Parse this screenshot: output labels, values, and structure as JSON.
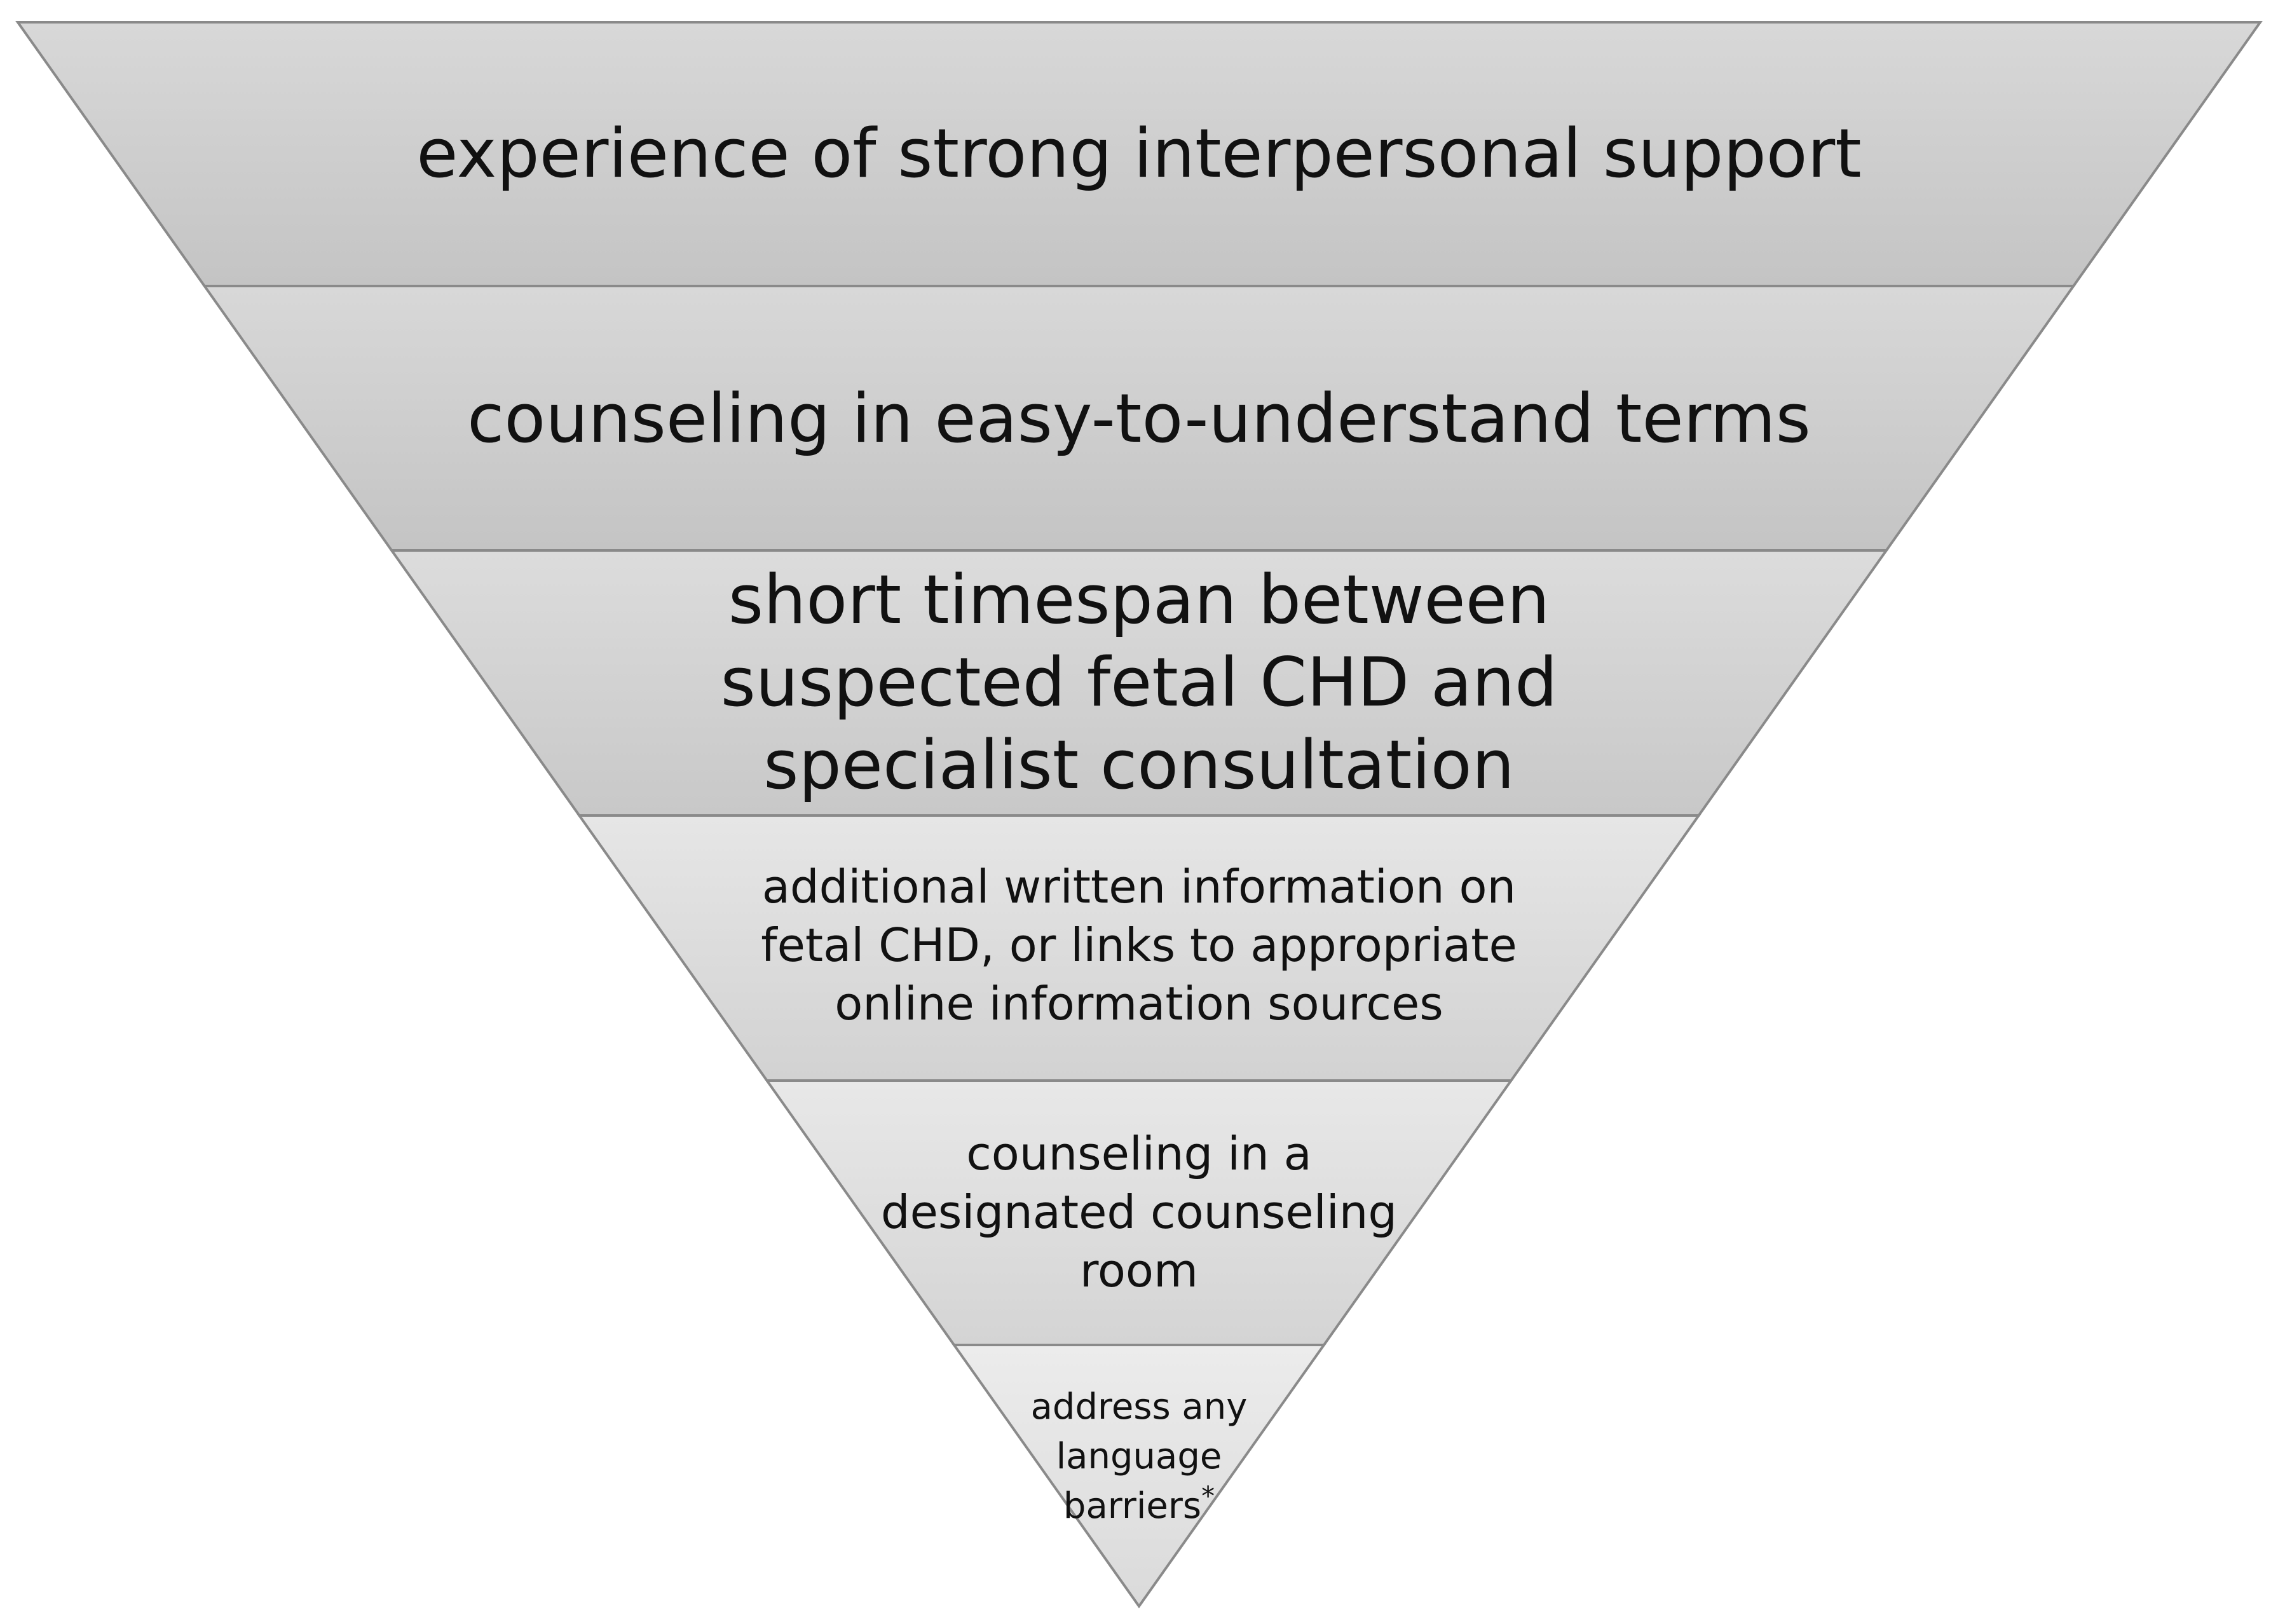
{
  "diagram": {
    "type": "inverted-pyramid",
    "colors": {
      "outline": "#8a8a8a",
      "text": "#111111",
      "background": "#ffffff"
    },
    "tiers": [
      {
        "lines": [
          "experience of strong interpersonal support"
        ],
        "fill_top": "#d8d8d8",
        "fill_bottom": "#c4c4c4"
      },
      {
        "lines": [
          "counseling in easy-to-understand terms"
        ],
        "fill_top": "#d8d8d8",
        "fill_bottom": "#c4c4c4"
      },
      {
        "lines": [
          "short timespan between",
          "suspected fetal CHD and",
          "specialist consultation"
        ],
        "fill_top": "#dcdcdc",
        "fill_bottom": "#c8c8c8"
      },
      {
        "lines": [
          "additional written information on",
          "fetal CHD, or links to appropriate",
          "online information sources"
        ],
        "fill_top": "#e6e6e6",
        "fill_bottom": "#d2d2d2"
      },
      {
        "lines": [
          "counseling in a",
          "designated counseling",
          "room"
        ],
        "fill_top": "#e8e8e8",
        "fill_bottom": "#d4d4d4"
      },
      {
        "lines": [
          "address any",
          "language",
          "barriers"
        ],
        "superscript": "*",
        "fill_top": "#ececec",
        "fill_bottom": "#dadada"
      }
    ]
  }
}
